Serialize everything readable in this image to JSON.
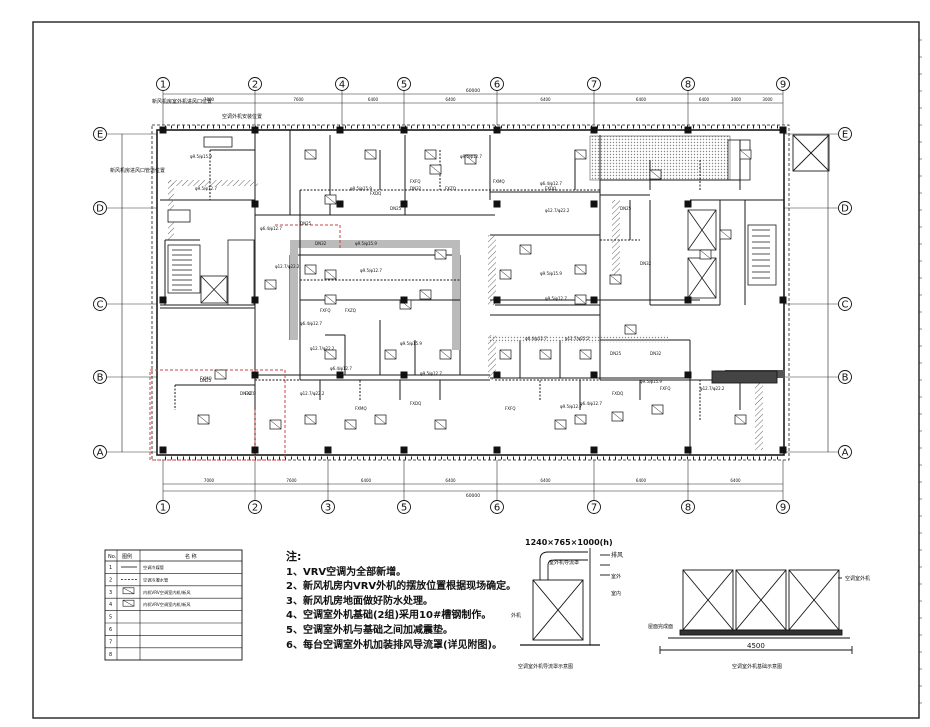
{
  "grid": {
    "columns": [
      "1",
      "2",
      "3",
      "4",
      "5",
      "6",
      "7",
      "8",
      "9"
    ],
    "rows": [
      "E",
      "D",
      "C",
      "B",
      "A"
    ]
  },
  "dims": {
    "total": "60000",
    "top_segments": [
      "7000",
      "7600",
      "6400",
      "6400",
      "6400",
      "6400",
      "6400",
      "3000",
      "3000",
      "3600"
    ],
    "bottom_segments": [
      "7000",
      "7600",
      "6400",
      "6400",
      "6400",
      "6400",
      "6400",
      "6400",
      "6400"
    ]
  },
  "legend": {
    "header": [
      "No.",
      "图例",
      "名 称"
    ],
    "rows": [
      {
        "no": "1",
        "name": "空调冷媒管"
      },
      {
        "no": "2",
        "name": "空调冷凝水管"
      },
      {
        "no": "3",
        "name": "内机VRV空调室内机/新风"
      },
      {
        "no": "4",
        "name": "内机VRV空调室内机/新风"
      },
      {
        "no": "5",
        "name": ""
      },
      {
        "no": "6",
        "name": ""
      },
      {
        "no": "7",
        "name": ""
      },
      {
        "no": "8",
        "name": ""
      }
    ]
  },
  "notes": {
    "title": "注:",
    "items": [
      "1、VRV空调为全部新增。",
      "2、新风机房内VRV外机的摆放位置根据现场确定。",
      "3、新风机房地面做好防水处理。",
      "4、空调室外机基础(2组)采用10#槽钢制作。",
      "5、空调室外机与基础之间加减震垫。",
      "6、每台空调室外机加装排风导流罩(详见附图)。"
    ]
  },
  "detail_hood": {
    "dim": "1240×765×1000(h)",
    "label_hood": "室外机导流罩",
    "label_exhaust": "排风",
    "label_outdoor": "室外",
    "label_indoor": "室内",
    "label_outunit": "外机",
    "caption": "空调室外机导流罩示意图"
  },
  "detail_base": {
    "label_unit": "空调室外机",
    "label_floor": "屋面完成面",
    "dim": "4500",
    "caption": "空调室外机基础示意图"
  },
  "top_labels": [
    "新风机房室外机进风口位置",
    "空调外机安装位置"
  ],
  "left_label": "新风机房进风口管道位置",
  "unit_tags": [
    "FXDQ",
    "FXFQ",
    "FXZQ",
    "FXMQ"
  ],
  "pipe_tags": [
    "φ9.5/φ15.9",
    "φ9.5/φ12.7",
    "φ6.4/φ12.7",
    "φ12.7/φ22.2",
    "DN25",
    "DN32"
  ],
  "colors": {
    "line": "#1a1a1a",
    "grid": "#333333",
    "hatch": "#777777",
    "red": "#d04040"
  }
}
